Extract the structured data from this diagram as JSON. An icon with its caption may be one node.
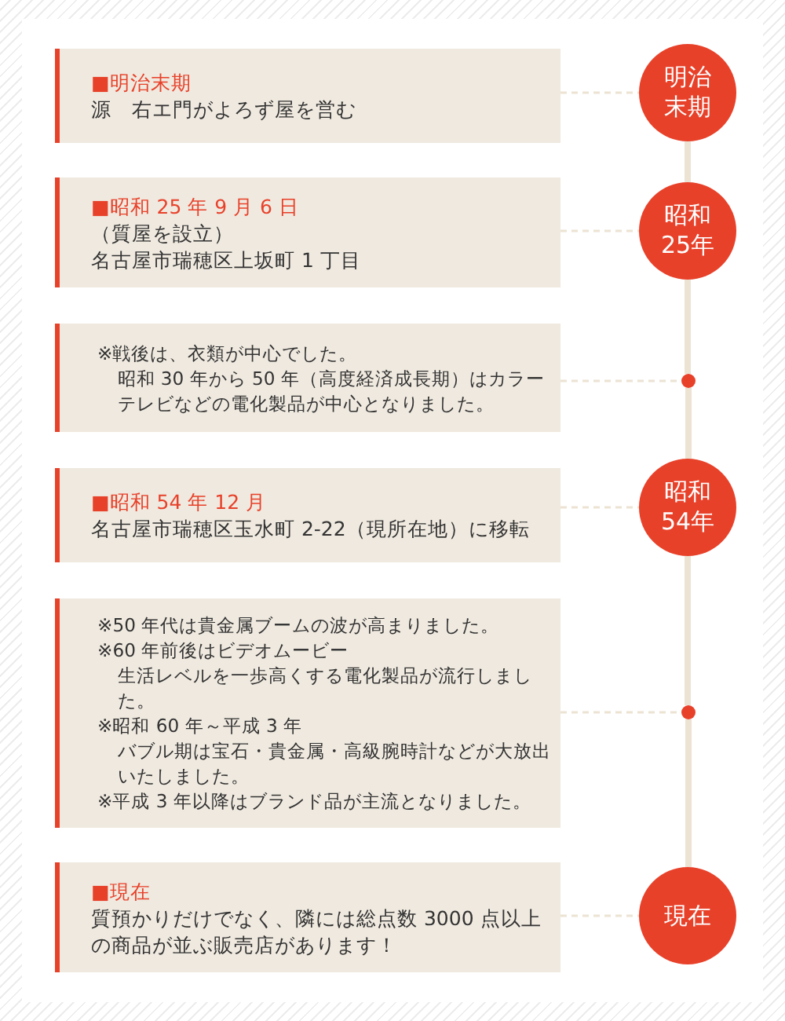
{
  "diagram": {
    "nodes": [
      {
        "text": [
          "■明治末期",
          "源　右エ門がよろず屋を営む"
        ]
      },
      {
        "text": [
          "■昭和 25 年 9 月 6 日",
          "（質屋を設立）",
          "名古屋市瑞穂区上坂町 1 丁目"
        ]
      },
      {
        "text": [
          "※戦後は、衣類が中心でした。",
          "昭和 30 年から 50 年（高度経済成長期）はカラーテレビなどの電化製品が中心となりました。"
        ]
      },
      {
        "text": [
          "■昭和 54 年 12 月",
          "名古屋市瑞穂区玉水町 2-22（現所在地）に移転"
        ]
      },
      {
        "text": [
          "※50 年代は貴金属ブームの波が高まりました。",
          "※60 年前後はビデオムービー",
          "生活レベルを一歩高くする電化製品が流行しました。",
          "※昭和 60 年～平成 3 年",
          "バブル期は宝石・貴金属・高級腕時計などが大放出いたしました。",
          "※平成 3 年以降はブランド品が主流となりました。"
        ]
      },
      {
        "text": [
          "■現在",
          "質預かりだけでなく、隣には総点数 3000 点以上の商品が並ぶ販売店があります！"
        ]
      },
      {
        "text": [
          "明治末期"
        ]
      },
      {
        "text": [
          "昭和25年"
        ]
      },
      {
        "text": [],
        "shape": "circle"
      },
      {
        "text": [
          "昭和54年"
        ]
      },
      {
        "text": [],
        "shape": "circle"
      },
      {
        "text": [
          "現在"
        ]
      }
    ],
    "edges": [
      {
        "from": 6,
        "to": 7,
        "arrow": "none",
        "style": "thick"
      },
      {
        "from": 7,
        "to": 8,
        "arrow": "none",
        "style": "thick"
      },
      {
        "from": 8,
        "to": 9,
        "arrow": "none",
        "style": "thick"
      },
      {
        "from": 9,
        "to": 10,
        "arrow": "none",
        "style": "thick"
      },
      {
        "from": 10,
        "to": 11,
        "arrow": "none",
        "style": "thick"
      },
      {
        "from": 0,
        "to": 6,
        "arrow": "none",
        "style": "dashed"
      },
      {
        "from": 1,
        "to": 7,
        "arrow": "none",
        "style": "dashed"
      },
      {
        "from": 2,
        "to": 8,
        "arrow": "none",
        "style": "dashed"
      },
      {
        "from": 3,
        "to": 9,
        "arrow": "none",
        "style": "dashed"
      },
      {
        "from": 4,
        "to": 10,
        "arrow": "none",
        "style": "dashed"
      },
      {
        "from": 5,
        "to": 11,
        "arrow": "none",
        "style": "dashed"
      }
    ]
  }
}
